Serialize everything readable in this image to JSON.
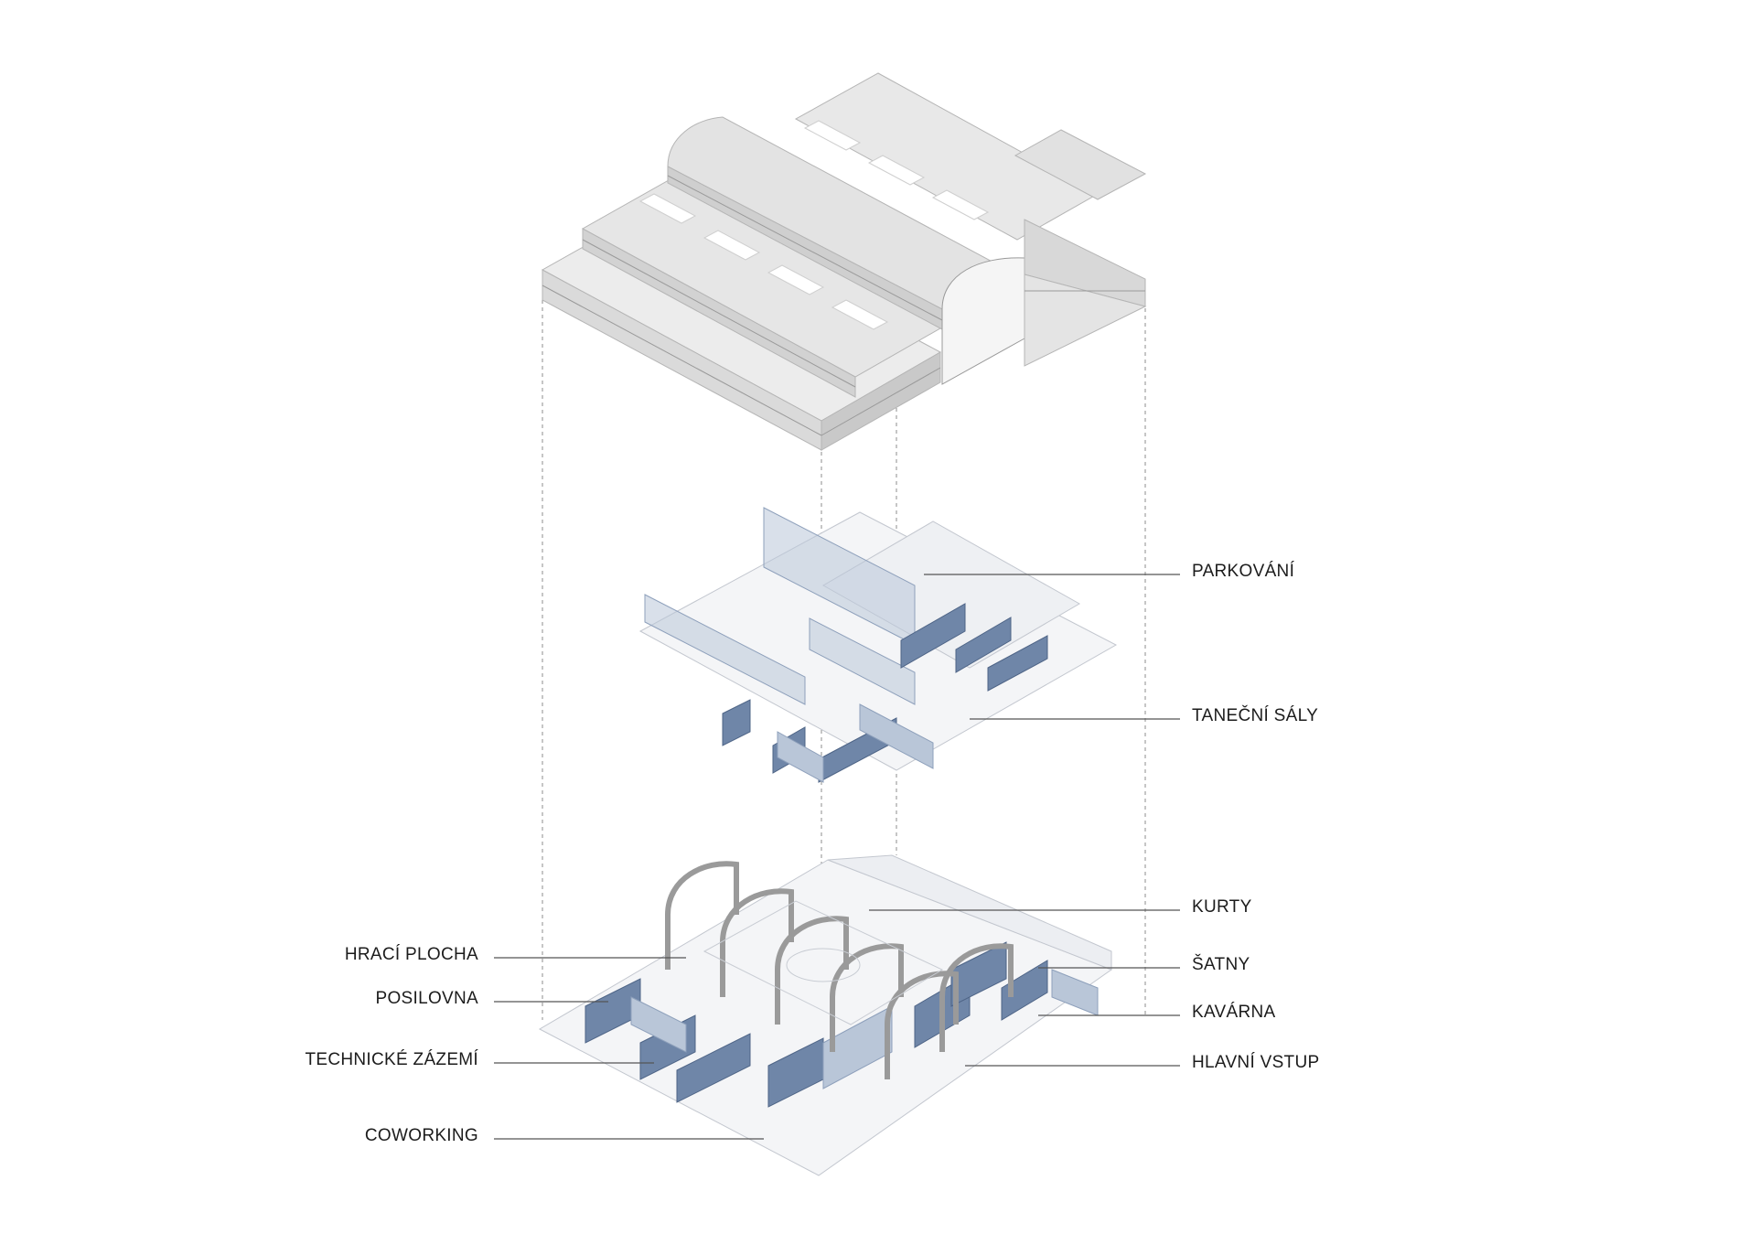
{
  "diagram": {
    "levels": [
      "roof",
      "upper-floor",
      "ground-floor"
    ],
    "labels_right": [
      {
        "id": "parkovani",
        "text": "PARKOVÁNÍ"
      },
      {
        "id": "tanecni-saly",
        "text": "TANEČNÍ SÁLY"
      },
      {
        "id": "kurty",
        "text": "KURTY"
      },
      {
        "id": "satny",
        "text": "ŠATNY"
      },
      {
        "id": "kavarna",
        "text": "KAVÁRNA"
      },
      {
        "id": "hlavni-vstup",
        "text": "HLAVNÍ VSTUP"
      }
    ],
    "labels_left": [
      {
        "id": "hraci-plocha",
        "text": "HRACÍ PLOCHA"
      },
      {
        "id": "posilovna",
        "text": "POSILOVNA"
      },
      {
        "id": "technicke-zazemi",
        "text": "TECHNICKÉ ZÁZEMÍ"
      },
      {
        "id": "coworking",
        "text": "COWORKING"
      }
    ],
    "colors": {
      "roof": "#e9e9e9",
      "roof_dark": "#cfcfcf",
      "wall_blue": "#6f86a8",
      "wall_blue_light": "#b9c6d8",
      "floor": "#f4f5f7",
      "line": "#555555",
      "dash": "#8c8c8c"
    }
  }
}
